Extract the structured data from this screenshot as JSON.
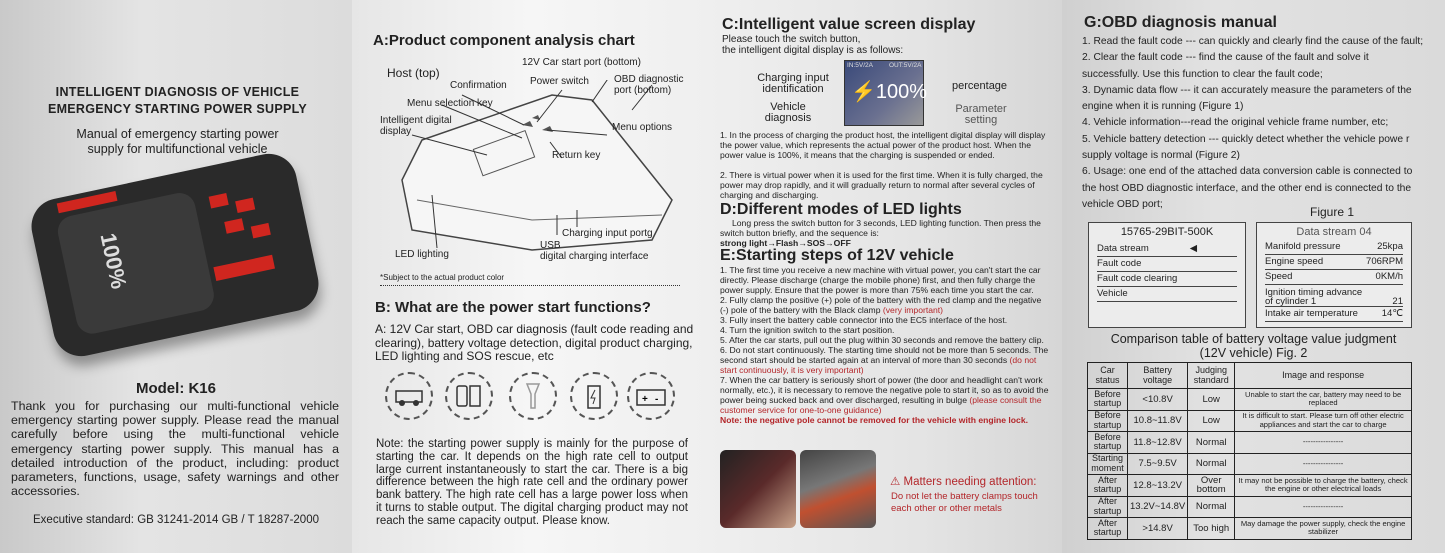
{
  "cover": {
    "title_line1": "INTELLIGENT DIAGNOSIS OF VEHICLE",
    "title_line2": "EMERGENCY STARTING POWER SUPPLY",
    "subtitle_line1": "Manual of emergency starting power",
    "subtitle_line2": "supply for multifunctional vehicle",
    "device_display": "100%",
    "model": "Model: K16",
    "intro": "Thank you for purchasing our multi-functional vehicle emergency starting power supply. Please read the manual carefully before using the multi-functional vehicle emergency starting power supply. This manual has a detailed introduction of the product, including: product parameters, functions, usage, safety warnings and other accessories.",
    "standard": "Executive standard: GB 31241-2014  GB / T 18287-2000"
  },
  "section_a": {
    "title": "A:Product component analysis chart",
    "labels": {
      "host": "Host (top)",
      "car_port": "12V Car start port (bottom)",
      "confirmation": "Confirmation",
      "power_switch": "Power switch",
      "obd_port": "OBD diagnostic port (bottom)",
      "menu_key": "Menu selection key",
      "display": "Intelligent digital display",
      "menu_options": "Menu options",
      "return_key": "Return key",
      "charging_port": "Charging input portg",
      "usb": "USB",
      "usb_interface": "digital charging interface",
      "led": "LED lighting"
    },
    "footnote": "*Subject to the actual product color"
  },
  "section_b": {
    "title": "B: What are the power start functions?",
    "text": "A: 12V Car start, OBD car diagnosis (fault code reading and clearing), battery voltage detection, digital product charging, LED lighting and SOS rescue, etc",
    "icons": [
      "car-icon",
      "phone-icon",
      "flashlight-icon",
      "battery-charge-icon",
      "car-battery-icon"
    ],
    "note": "Note: the starting power supply is mainly for the purpose of starting the car. It depends on the high rate cell to output large current instantaneously to start the car. There is a big difference between the high rate cell and the ordinary power bank battery. The high rate cell has a large power loss when it turns to stable output. The digital charging product may not reach the same capacity output. Please know."
  },
  "section_c": {
    "title": "C:Intelligent value screen display",
    "intro1": "Please touch the switch button,",
    "intro2": "the intelligent digital display is as follows:",
    "screen": {
      "in": "IN:5V/2A",
      "out": "OUT:5V/2A",
      "value": "100%"
    },
    "labels": {
      "charging": "Charging input identification",
      "vehicle": "Vehicle diagnosis",
      "percentage": "percentage",
      "parameter": "Parameter setting"
    },
    "p1": "1. In the process of charging the product host, the intelligent digital display will display the power value, which represents the actual power of the product host. When the power value is 100%, it means that the charging is suspended or ended.",
    "p2": "2. There is virtual power when it is used for the first time. When it is fully charged, the power may drop rapidly, and it will gradually return to normal after several cycles of charging and discharging."
  },
  "section_d": {
    "title": "D:Different modes of LED lights",
    "text": "Long press the switch button for 3 seconds, LED lighting function. Then press the switch button briefly, and the sequence is:",
    "sequence": "strong light→Flash→SOS→OFF"
  },
  "section_e": {
    "title": "E:Starting steps of 12V vehicle",
    "s1": "1. The first time you receive a new machine with virtual power, you can't start the car directly. Please discharge (charge the mobile phone) first, and then fully charge the power supply. Ensure that the power is more than 75% each time you start the car.",
    "s2": "2. Fully clamp the positive (+) pole of the battery with the red clamp and the negative (-) pole of the battery with the Black clamp ",
    "s2_red": "(very important)",
    "s3": "3. Fully insert the battery cable connector into the EC5 interface of the host.",
    "s4": "4. Turn the ignition switch to the start position.",
    "s5": "5. After the car starts, pull out the plug within 30 seconds and remove the battery clip.",
    "s6": "6. Do not start continuously. The starting time should not be more than 5 seconds. The second start should be started again at an interval of more than 30 seconds ",
    "s6_red": "(do not start continuously, it is very important)",
    "s7": "7. When the car battery is seriously short of power (the door and headlight can't work normally, etc.), it is necessary to remove the negative pole to start it, so as to avoid the power being sucked back and over discharged, resulting in bulge ",
    "s7_red": "(please consult the customer service for one-to-one guidance)",
    "note": "Note: the negative pole cannot be removed for the vehicle with engine lock.",
    "attention_title": "Matters needing attention:",
    "attention_text": "Do not let the battery clamps touch each other or other metals"
  },
  "section_g": {
    "title": "G:OBD diagnosis manual",
    "items": [
      "1. Read the fault code --- can quickly and clearly find the cause of the fault;",
      "2. Clear the fault code --- find the cause of the fault and solve it successfully. Use this function to clear the fault code;",
      "3. Dynamic data flow --- it can accurately measure the parameters of the engine when it is running (Figure 1)",
      "4. Vehicle information---read the original vehicle frame number, etc;",
      "5. Vehicle battery detection --- quickly detect whether the vehicle powe r supply voltage is normal (Figure 2)",
      "6. Usage: one end of the attached data conversion cable is connected to the host OBD diagnostic interface, and the other end is connected to the vehicle OBD port;"
    ],
    "figure1": "Figure 1",
    "menu": {
      "header": "15765-29BIT-500K",
      "items": [
        "Data stream",
        "Fault code",
        "Fault code clearing",
        "Vehicle"
      ],
      "selected_marker": "◀"
    },
    "stream": {
      "header": "Data stream 04",
      "rows": [
        [
          "Manifold pressure",
          "25kpa"
        ],
        [
          "Engine speed",
          "706RPM"
        ],
        [
          "Speed",
          "0KM/h"
        ],
        [
          "Ignition timing advance of cylinder 1",
          "21"
        ],
        [
          "Intake air temperature",
          "14℃"
        ]
      ]
    },
    "table_title1": "Comparison table of battery voltage value judgment",
    "table_title2": "(12V vehicle) Fig. 2",
    "table_headers": [
      "Car status",
      "Battery voltage",
      "Judging standard",
      "Image and response"
    ],
    "table_rows": [
      [
        "Before startup",
        "<10.8V",
        "Low",
        "Unable to start the car, battery may need to be replaced"
      ],
      [
        "Before startup",
        "10.8~11.8V",
        "Low",
        "It is difficult to start. Please turn off other electric appliances and start the car to charge"
      ],
      [
        "Before startup",
        "11.8~12.8V",
        "Normal",
        "----------------"
      ],
      [
        "Starting moment",
        "7.5~9.5V",
        "Normal",
        "----------------"
      ],
      [
        "After startup",
        "12.8~13.2V",
        "Over bottom",
        "It may not be possible to charge the battery, check the engine or other electrical loads"
      ],
      [
        "After startup",
        "13.2V~14.8V",
        "Normal",
        "----------------"
      ],
      [
        "After startup",
        ">14.8V",
        "Too high",
        "May damage the power supply, check the engine stabilizer"
      ]
    ]
  },
  "colors": {
    "accent_red": "#b3262a",
    "device_red": "#d0261f"
  }
}
